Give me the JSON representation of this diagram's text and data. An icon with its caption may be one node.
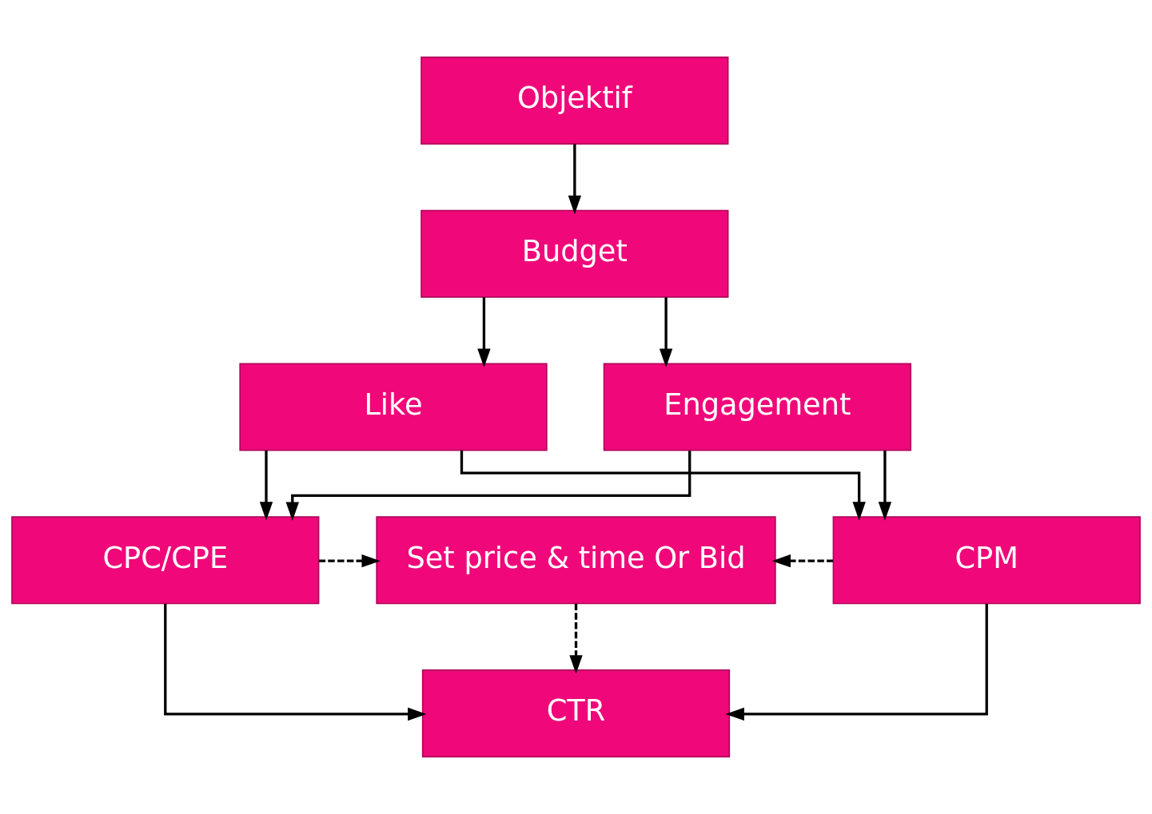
{
  "diagram": {
    "nodes": [
      {
        "text": [
          "Objektif"
        ]
      },
      {
        "text": [
          "Budget"
        ]
      },
      {
        "text": [
          "Like"
        ]
      },
      {
        "text": [
          "Engagement"
        ]
      },
      {
        "text": [
          "CPC/CPE"
        ]
      },
      {
        "text": [
          "Set price & time Or Bid"
        ]
      },
      {
        "text": [
          "CPM"
        ]
      },
      {
        "text": [
          "CTR"
        ]
      }
    ],
    "edges": [
      {
        "from": 0,
        "to": 1,
        "arrow": "to"
      },
      {
        "from": 1,
        "to": 2,
        "arrow": "to"
      },
      {
        "from": 1,
        "to": 3,
        "arrow": "to"
      },
      {
        "from": 2,
        "to": 4,
        "arrow": "to"
      },
      {
        "from": 2,
        "to": 6,
        "arrow": "to"
      },
      {
        "from": 3,
        "to": 4,
        "arrow": "to"
      },
      {
        "from": 3,
        "to": 6,
        "arrow": "to"
      },
      {
        "from": 4,
        "to": 5,
        "arrow": "to",
        "style": "dashed"
      },
      {
        "from": 6,
        "to": 5,
        "arrow": "to",
        "style": "dashed"
      },
      {
        "from": 5,
        "to": 7,
        "arrow": "to",
        "style": "dashed"
      },
      {
        "from": 4,
        "to": 7,
        "arrow": "to"
      },
      {
        "from": 6,
        "to": 7,
        "arrow": "to"
      }
    ]
  }
}
